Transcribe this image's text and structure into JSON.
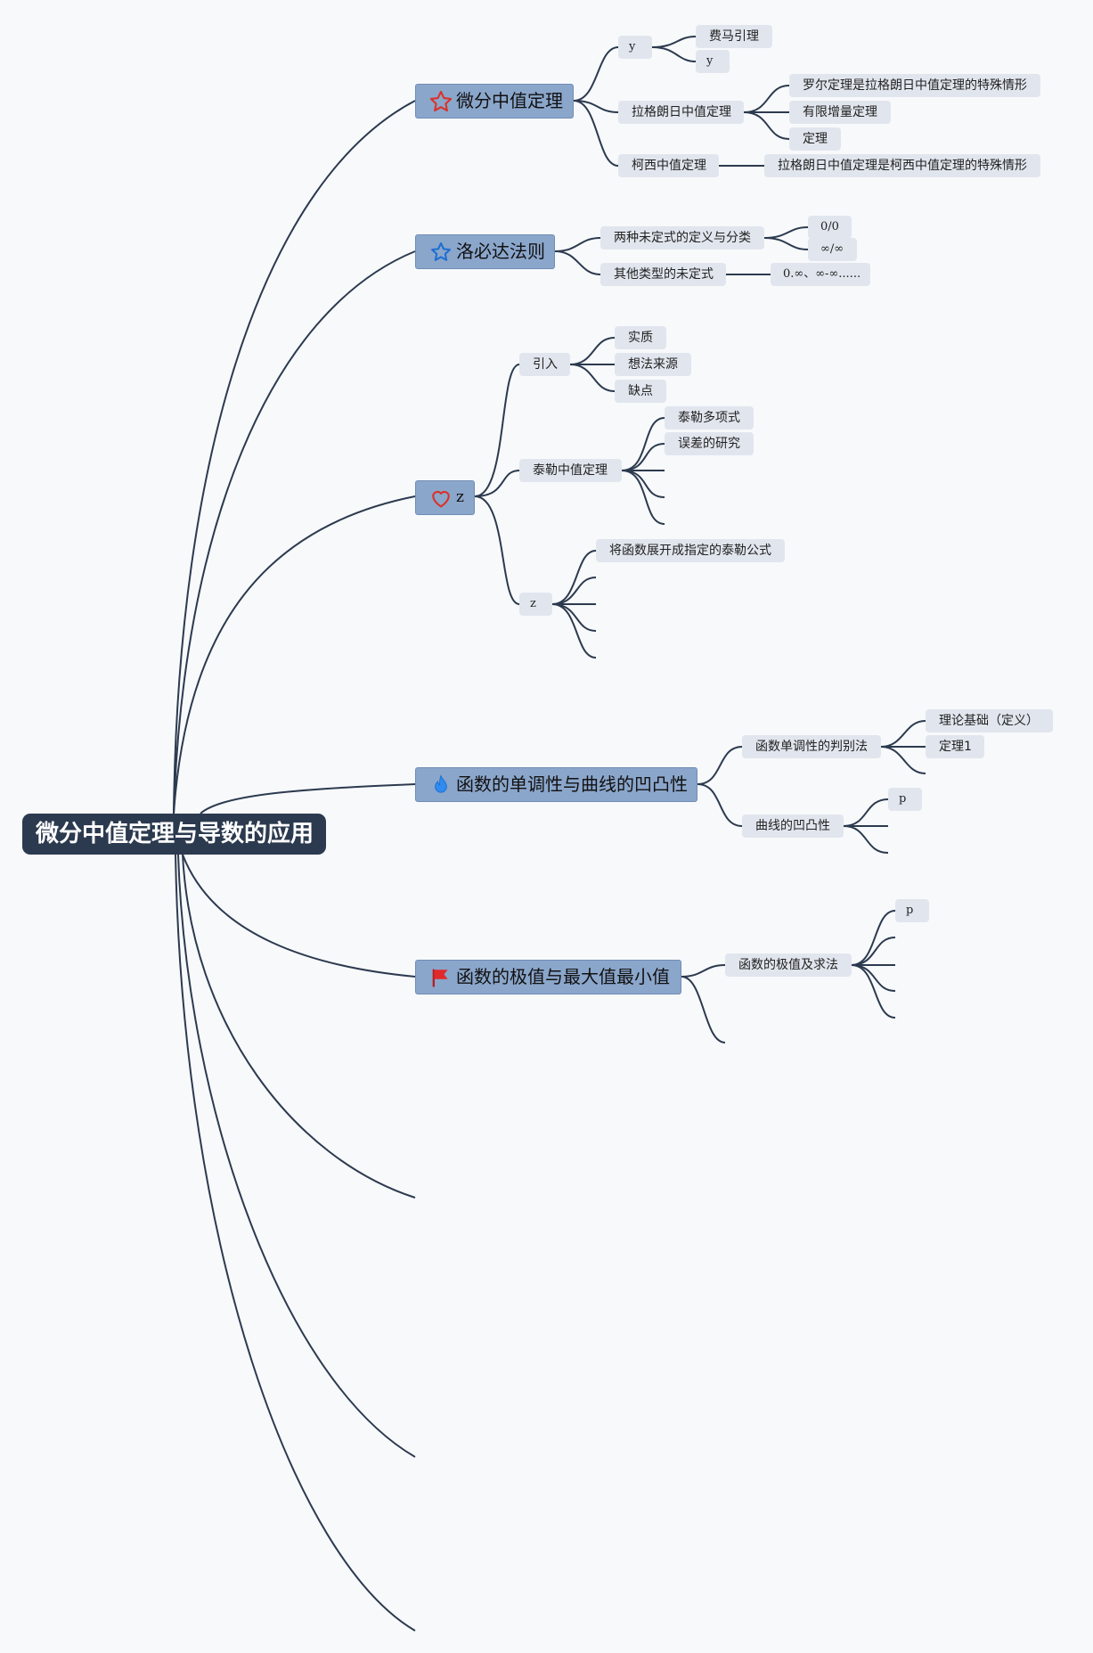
{
  "root": {
    "label": "微分中值定理与导数的应用"
  },
  "topics": {
    "t1": {
      "label": "微分中值定理",
      "icon": "red-star-outline-icon",
      "children": {
        "y": {
          "label": "y",
          "children": [
            "费马引理",
            "y"
          ]
        },
        "lagrange": {
          "label": "拉格朗日中值定理",
          "children": [
            "罗尔定理是拉格朗日中值定理的特殊情形",
            "有限增量定理",
            "定理"
          ]
        },
        "cauchy": {
          "label": "柯西中值定理",
          "children": [
            "拉格朗日中值定理是柯西中值定理的特殊情形"
          ]
        }
      }
    },
    "t2": {
      "label": "洛必达法则",
      "icon": "blue-star-outline-icon",
      "children": {
        "two": {
          "label": "两种未定式的定义与分类",
          "children": [
            "0/0",
            "∞/∞"
          ]
        },
        "other": {
          "label": "其他类型的未定式",
          "children": [
            "0.∞、∞-∞......"
          ]
        }
      }
    },
    "t3": {
      "label": "z",
      "icon": "red-heart-outline-icon",
      "children": {
        "intro": {
          "label": "引入",
          "children": [
            "实质",
            "想法来源",
            "缺点"
          ]
        },
        "taylor": {
          "label": "泰勒中值定理",
          "children": [
            "泰勒多项式",
            "误差的研究"
          ]
        },
        "z": {
          "label": "z",
          "children": [
            "将函数展开成指定的泰勒公式"
          ]
        }
      }
    },
    "t4": {
      "label": "函数的单调性与曲线的凹凸性",
      "icon": "blue-flame-icon",
      "children": {
        "mono": {
          "label": "函数单调性的判别法",
          "children": [
            "理论基础（定义）",
            "定理1"
          ]
        },
        "convex": {
          "label": "曲线的凹凸性",
          "children": [
            "p"
          ]
        }
      }
    },
    "t5": {
      "label": "函数的极值与最大值最小值",
      "icon": "red-flag-icon",
      "children": {
        "ext": {
          "label": "函数的极值及求法",
          "children": [
            "p"
          ]
        }
      }
    }
  },
  "colors": {
    "root_bg": "#2c3a4f",
    "topic_bg": "#8ba6cb",
    "subtopic_bg": "#e1e6ee",
    "line": "#2c3a4f"
  }
}
